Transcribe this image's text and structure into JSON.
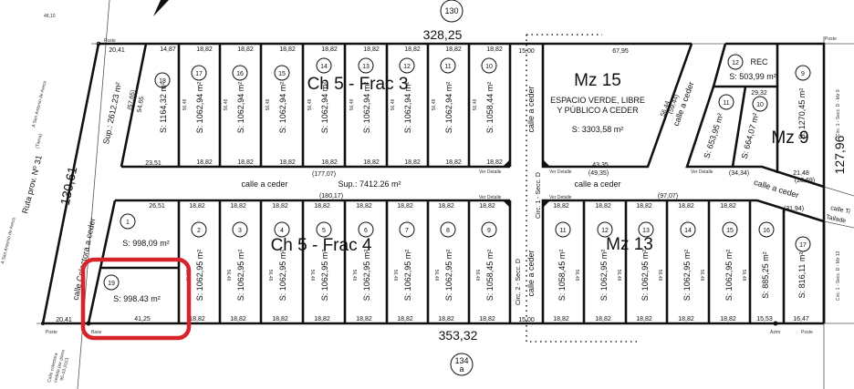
{
  "plan": {
    "block_top_number": "130",
    "block_bottom_number": "134",
    "block_bottom_suffix": "a",
    "top_length": "328,25",
    "bottom_length": "353,32",
    "left_length": "130,61",
    "right_length": "127,96",
    "frac3_title": "Ch 5 - Frac 3",
    "frac4_title": "Ch 5 - Frac 4",
    "mz15_title": "Mz 15",
    "mz15_line1": "ESPACIO VERDE, LIBRE",
    "mz15_line2": "Y PÚBLICO A CEDER",
    "mz15_area": "S: 3303,58 m²",
    "mz15_width": "67,95",
    "mz13_title": "Mz 13",
    "mz9_title": "Mz 9",
    "street_label": "calle a ceder",
    "street_area": "Sup.: 7412.26 m²",
    "colectora_area": "Sup.: 2612.23 m²",
    "colectora_label": "calle Colectora a ceder",
    "route_label": "Ruta prov. Nº 31",
    "route_sub": "(Tierra)",
    "route_dir": "A San Antonio de Areco",
    "route_dir2": "A San Antonio de Areco",
    "km": "48,10",
    "colectora_note": [
      "Calle colectora",
      "cedida por plano",
      "95-43-2023"
    ],
    "calle_right": [
      "calle Ti",
      "Tailade"
    ],
    "circ2": "Circ. 2 - Secc. D",
    "circ1": "Circ. 1 - Secc. D",
    "circ1_mz9": "Circ. 1 - Secc. D - Mz 9",
    "circ1_mz13": "Circ. 1 - Secc. D - Mz 13",
    "poste": "Poste",
    "base": "Base",
    "azim": "Azim",
    "dims": {
      "street_177": "(177,07)",
      "street_180": "(180,17)",
      "street_97": "(97,07)",
      "d_49": "(49,35)",
      "d_43": "43,35",
      "d_34": "(34,34)",
      "d_59": "(59,44)",
      "d_56_44": "56,44",
      "d_28": "(28,69)",
      "d_31": "(31,94)",
      "d_21": "21,48",
      "d_57": "(57,65)",
      "d_54": "54,65",
      "d_23": "23,51",
      "d_20": "20,41",
      "d_15": "15,00",
      "d_29": "29,32",
      "d_41": "41,25",
      "d_26": "26,51",
      "detalle": "Ver Detalle"
    },
    "highlight_color": "#d9232a"
  },
  "lots": {
    "frac3": [
      {
        "num": "18",
        "area": "S: 1164,32 m²",
        "front": "14,87"
      },
      {
        "num": "17",
        "area": "S: 1062,94 m²",
        "front": "18,82"
      },
      {
        "num": "16",
        "area": "S: 1062,94 m²",
        "front": "18,82"
      },
      {
        "num": "15",
        "area": "S: 1062,94 m²",
        "front": "18,82"
      },
      {
        "num": "14",
        "area": "S: 1062,94 m²",
        "front": "18,82"
      },
      {
        "num": "13",
        "area": "S: 1062,94 m²",
        "front": "18,82"
      },
      {
        "num": "12",
        "area": "S: 1062,94 m²",
        "front": "18,82"
      },
      {
        "num": "11",
        "area": "S: 1062,94 m²",
        "front": "18,82"
      },
      {
        "num": "10",
        "area": "S: 1058,44 m²",
        "front": "18,82"
      }
    ],
    "frac4": [
      {
        "num": "1",
        "area": "S: 998,09 m²",
        "front": "26,51"
      },
      {
        "num": "19",
        "area": "S: 998.43 m²",
        "front": "41,25"
      },
      {
        "num": "2",
        "area": "S: 1062,95 m²",
        "front": "18,82"
      },
      {
        "num": "3",
        "area": "S: 1062,95 m²",
        "front": "18,82"
      },
      {
        "num": "4",
        "area": "S: 1062,95 m²",
        "front": "18,82"
      },
      {
        "num": "5",
        "area": "S: 1062,95 m²",
        "front": "18,82"
      },
      {
        "num": "6",
        "area": "S: 1062,95 m²",
        "front": "18,82"
      },
      {
        "num": "7",
        "area": "S: 1062,95 m²",
        "front": "18,82"
      },
      {
        "num": "8",
        "area": "S: 1062,95 m²",
        "front": "18,82"
      },
      {
        "num": "9",
        "area": "S: 1058,45 m²",
        "front": "18,82"
      }
    ],
    "mz13": [
      {
        "num": "11",
        "area": "S: 1058,45 m²",
        "front": "18,82"
      },
      {
        "num": "12",
        "area": "S: 1062,95 m²",
        "front": "18,82"
      },
      {
        "num": "13",
        "area": "S: 1062,95 m²",
        "front": "18,82"
      },
      {
        "num": "14",
        "area": "S: 1062,95 m²",
        "front": "18,82"
      },
      {
        "num": "15",
        "area": "S: 1062,95 m²",
        "front": "18,82"
      },
      {
        "num": "16",
        "area": "S: 885,25 m²",
        "front": "15,53"
      },
      {
        "num": "17",
        "area": "S: 816,11 m²",
        "front": "16,47"
      }
    ],
    "mz9": [
      {
        "num": "12",
        "area": "S: 503,99 m²",
        "tag": "REC"
      },
      {
        "num": "11",
        "area": "S: 653,95 m²"
      },
      {
        "num": "10",
        "area": "S: 664,07 m²"
      },
      {
        "num": "9",
        "area": "S: 1270,45 m²"
      }
    ],
    "depth": "56,48"
  }
}
